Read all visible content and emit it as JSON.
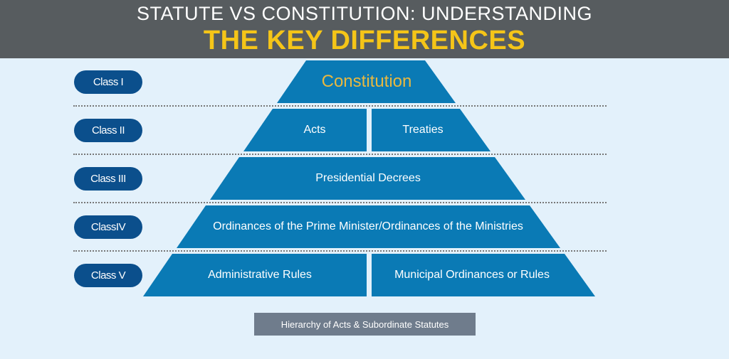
{
  "diagram": {
    "classes": [
      "Class I",
      "Class II",
      "Class III",
      "ClassIV",
      "Class V"
    ],
    "tiers": {
      "constitution": "Constitution",
      "acts": "Acts",
      "treaties": "Treaties",
      "presidential_decrees": "Presidential Decrees",
      "ordinances": "Ordinances of the Prime Minister/Ordinances of the Ministries",
      "administrative_rules": "Administrative Rules",
      "municipal": "Municipal Ordinances or Rules"
    },
    "caption": "Hierarchy of Acts & Subordinate Statutes",
    "colors": {
      "background": "#e3f1fb",
      "tier": "#0a7ab5",
      "pill": "#0b4f8c",
      "highlight": "#e8b840"
    }
  },
  "overlay": {
    "title_line1": "STATUTE VS CONSTITUTION: UNDERSTANDING",
    "title_line2": "THE KEY DIFFERENCES"
  }
}
